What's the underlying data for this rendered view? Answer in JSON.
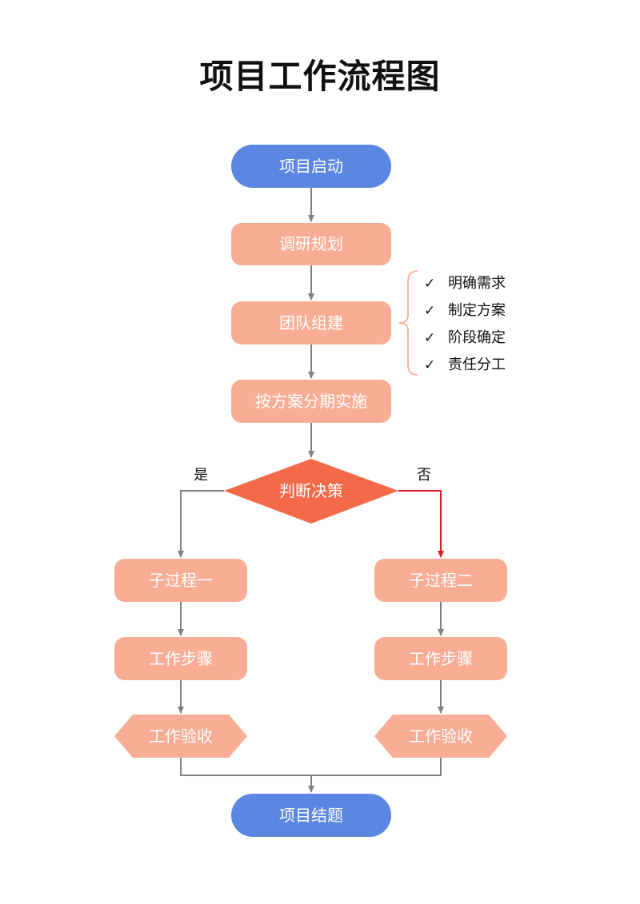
{
  "title": "项目工作流程图",
  "colors": {
    "terminal": "#5b87e2",
    "process": "#f9ad95",
    "decision": "#f26a47",
    "line": "#808080",
    "no_branch_line": "#d42020",
    "brace": "#f9ad95"
  },
  "nodes": {
    "start": "项目启动",
    "research": "调研规划",
    "team": "团队组建",
    "execute": "按方案分期实施",
    "decision": "判断决策",
    "left_sub": "子过程一",
    "left_step": "工作步骤",
    "left_accept": "工作验收",
    "right_sub": "子过程二",
    "right_step": "工作步骤",
    "right_accept": "工作验收",
    "end": "项目结题"
  },
  "branches": {
    "yes": "是",
    "no": "否"
  },
  "notes": {
    "check_icon": "check-icon",
    "items": [
      "明确需求",
      "制定方案",
      "阶段确定",
      "责任分工"
    ]
  }
}
